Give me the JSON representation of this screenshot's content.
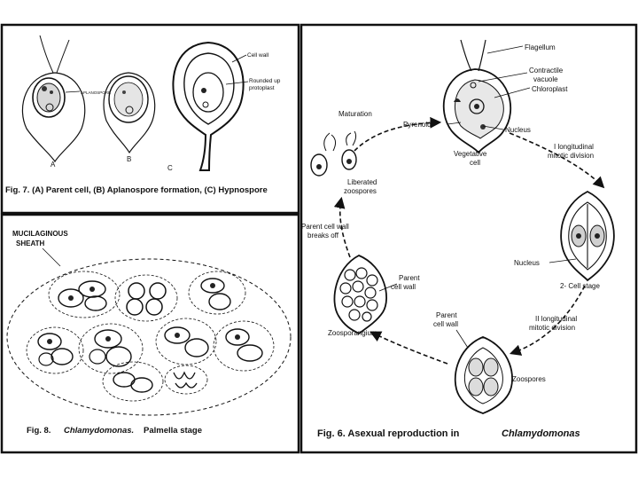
{
  "fig7": {
    "caption": "Fig. 7. (A) Parent cell, (B) Aplanospore formation, (C) Hypnospore",
    "labels": {
      "aplanospore": "APLANOSPORE",
      "cell_wall": "Cell wall",
      "rounded_up_1": "Rounded up",
      "rounded_up_2": "protoplast",
      "A": "A",
      "B": "B",
      "C": "C"
    }
  },
  "fig8": {
    "caption_prefix": "Fig. 8.",
    "caption_genus": "Chlamydomonas.",
    "caption_suffix": "Palmella stage",
    "sheath_1": "MUCILAGINOUS",
    "sheath_2": "SHEATH"
  },
  "fig6": {
    "caption_prefix": "Fig. 6. Asexual reproduction in",
    "caption_genus": "Chlamydomonas",
    "labels": {
      "flagellum": "Flagellum",
      "contractile_1": "Contractile",
      "contractile_2": "vacuole",
      "chloroplast": "Chloroplast",
      "nucleus_top": "Nucleus",
      "pyrenoid": "Pyrenoid",
      "maturation": "Maturation",
      "vegetative_1": "Vegetative",
      "vegetative_2": "cell",
      "first_div_1": "I longitudinal",
      "first_div_2": "mitotic division",
      "liberated_1": "Liberated",
      "liberated_2": "zoospores",
      "wall_breaks_1": "Parent cell wall",
      "wall_breaks_2": "breaks off",
      "nucleus_mid": "Nucleus",
      "two_cell": "2- Cell stage",
      "parent_wall_left_1": "Parent",
      "parent_wall_left_2": "cell wall",
      "zoosporangium": "Zoosporangium",
      "parent_wall_bottom_1": "Parent",
      "parent_wall_bottom_2": "cell wall",
      "second_div_1": "II longitudinal",
      "second_div_2": "mitotic division",
      "zoospores": "Zoospores"
    }
  }
}
